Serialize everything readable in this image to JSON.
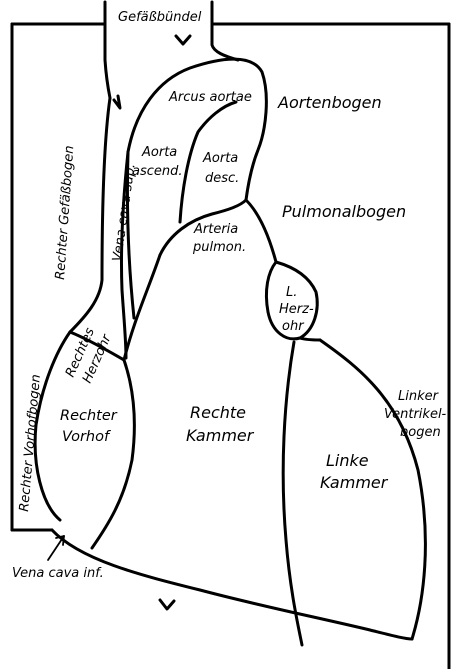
{
  "labels": {
    "gefaessbuendel": "Gefäßbündel",
    "arcus_aortae": "Arcus aortae",
    "aortenbogen": "Aortenbogen",
    "aorta_ascend_1": "Aorta",
    "aorta_ascend_2": "ascend.",
    "aorta_desc_1": "Aorta",
    "aorta_desc_2": "desc.",
    "vena_cava_sup": "Vena cava sup.",
    "rechter_gefaessbogen": "Rechter Gefäßbogen",
    "pulmonalbogen": "Pulmonalbogen",
    "arteria_pulmon_1": "Arteria",
    "arteria_pulmon_2": "pulmon.",
    "l_herzohr_1": "L.",
    "l_herzohr_2": "Herz-",
    "l_herzohr_3": "ohr",
    "rechtes_herzohr_1": "Rechtes",
    "rechtes_herzohr_2": "Herzohr",
    "rechter_vorhofbogen": "Rechter Vorhofbogen",
    "rechte_kammer_1": "Rechte",
    "rechte_kammer_2": "Kammer",
    "rechter_vorhof_1": "Rechter",
    "rechter_vorhof_2": "Vorhof",
    "linke_kammer_1": "Linke",
    "linke_kammer_2": "Kammer",
    "linker_ventrikelbogen_1": "Linker",
    "linker_ventrikelbogen_2": "Ventrikel-",
    "linker_ventrikelbogen_3": "bogen",
    "vena_cava_inf": "Vena cava inf."
  }
}
